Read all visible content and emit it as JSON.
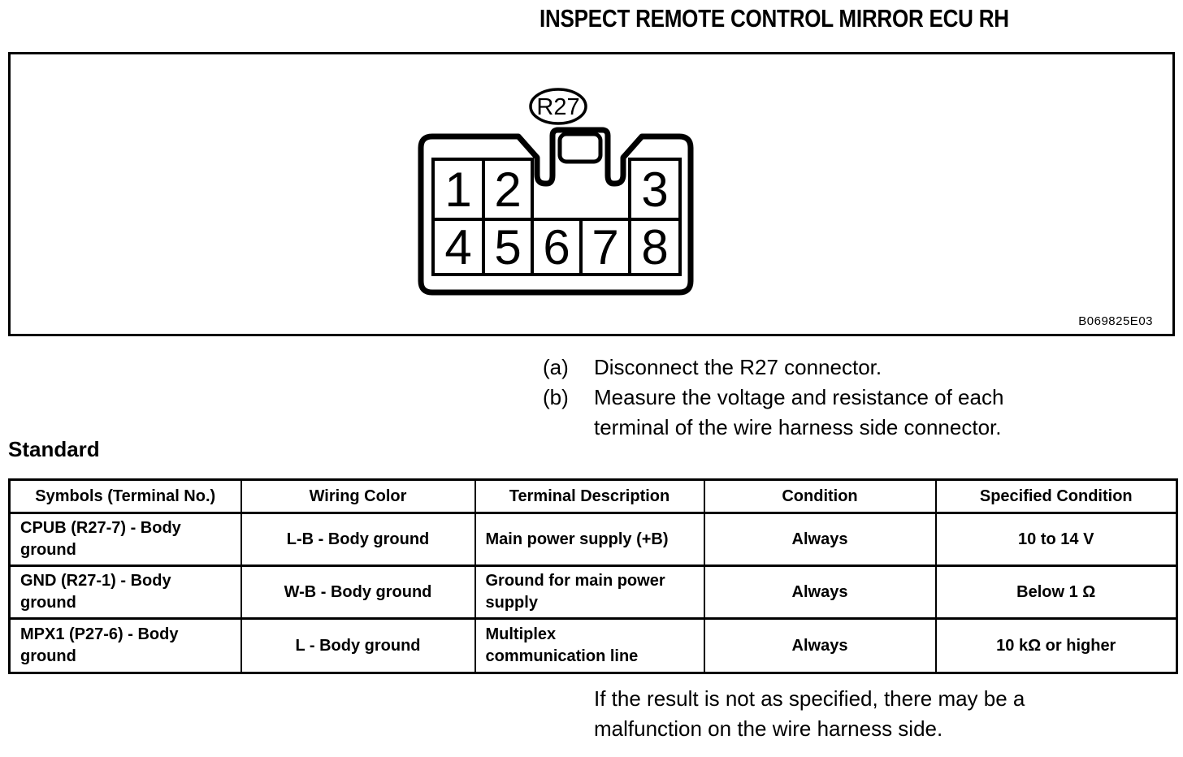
{
  "colors": {
    "ink": "#000000",
    "paper": "#ffffff"
  },
  "page": {
    "title": "INSPECT REMOTE CONTROL MIRROR ECU RH"
  },
  "figure": {
    "connector_label": "R27",
    "figure_code": "B069825E03",
    "pins": [
      "1",
      "2",
      "3",
      "4",
      "5",
      "6",
      "7",
      "8"
    ]
  },
  "steps": [
    {
      "marker": "(a)",
      "text": "Disconnect the R27 connector."
    },
    {
      "marker": "(b)",
      "text": "Measure the voltage and resistance of each\nterminal of the wire harness side connector."
    }
  ],
  "standard": {
    "heading": "Standard",
    "table": {
      "headers": [
        "Symbols (Terminal No.)",
        "Wiring Color",
        "Terminal Description",
        "Condition",
        "Specified Condition"
      ],
      "rows": [
        [
          "CPUB (R27-7) - Body\nground",
          "L-B - Body ground",
          "Main power supply (+B)",
          "Always",
          "10 to 14 V"
        ],
        [
          "GND (R27-1) - Body\nground",
          "W-B - Body ground",
          "Ground for main power\nsupply",
          "Always",
          "Below 1 Ω"
        ],
        [
          "MPX1 (P27-6) - Body\nground",
          "L - Body ground",
          "Multiplex\ncommunication line",
          "Always",
          "10 kΩ or higher"
        ]
      ]
    }
  },
  "footer_note": "If the result is not as specified, there may be a\nmalfunction on the wire harness side."
}
